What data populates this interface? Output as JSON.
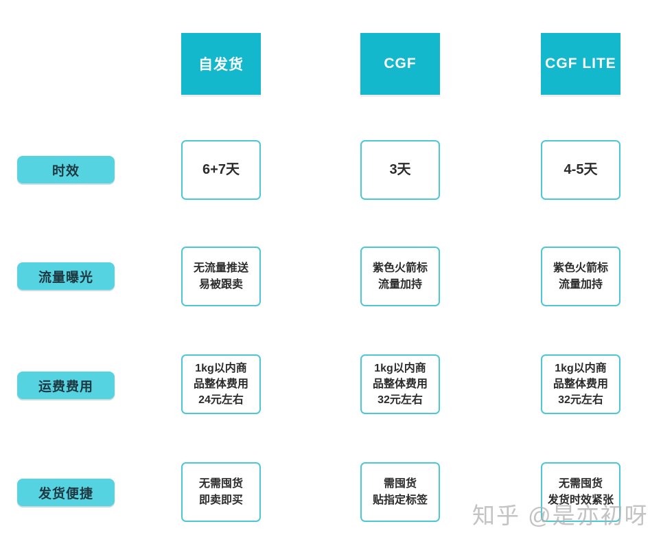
{
  "page": {
    "background": "#ffffff"
  },
  "colors": {
    "header_bg": "#13b8cd",
    "header_text": "#ffffff",
    "row_label_bg": "#56d3e1",
    "row_label_text": "#1e3740",
    "cell_border": "#4cc7d6",
    "cell_bg": "#ffffff",
    "cell_text": "#2b2b2b",
    "watermark_text": "#afafaf"
  },
  "table": {
    "columns": [
      {
        "label": "自发货"
      },
      {
        "label": "CGF"
      },
      {
        "label": "CGF LITE"
      }
    ],
    "rows": [
      {
        "label": "时效",
        "cells": [
          "6+7天",
          "3天",
          "4-5天"
        ]
      },
      {
        "label": "流量曝光",
        "cells": [
          "无流量推送\n易被跟卖",
          "紫色火箭标\n流量加持",
          "紫色火箭标\n流量加持"
        ]
      },
      {
        "label": "运费费用",
        "cells": [
          "1kg以内商\n品整体费用\n24元左右",
          "1kg以内商\n品整体费用\n32元左右",
          "1kg以内商\n品整体费用\n32元左右"
        ]
      },
      {
        "label": "发货便捷",
        "cells": [
          "无需囤货\n即卖即买",
          "需囤货\n贴指定标签",
          "无需囤货\n发货时效紧张"
        ]
      }
    ]
  },
  "watermark": {
    "text": "知乎 @是亦初呀"
  }
}
